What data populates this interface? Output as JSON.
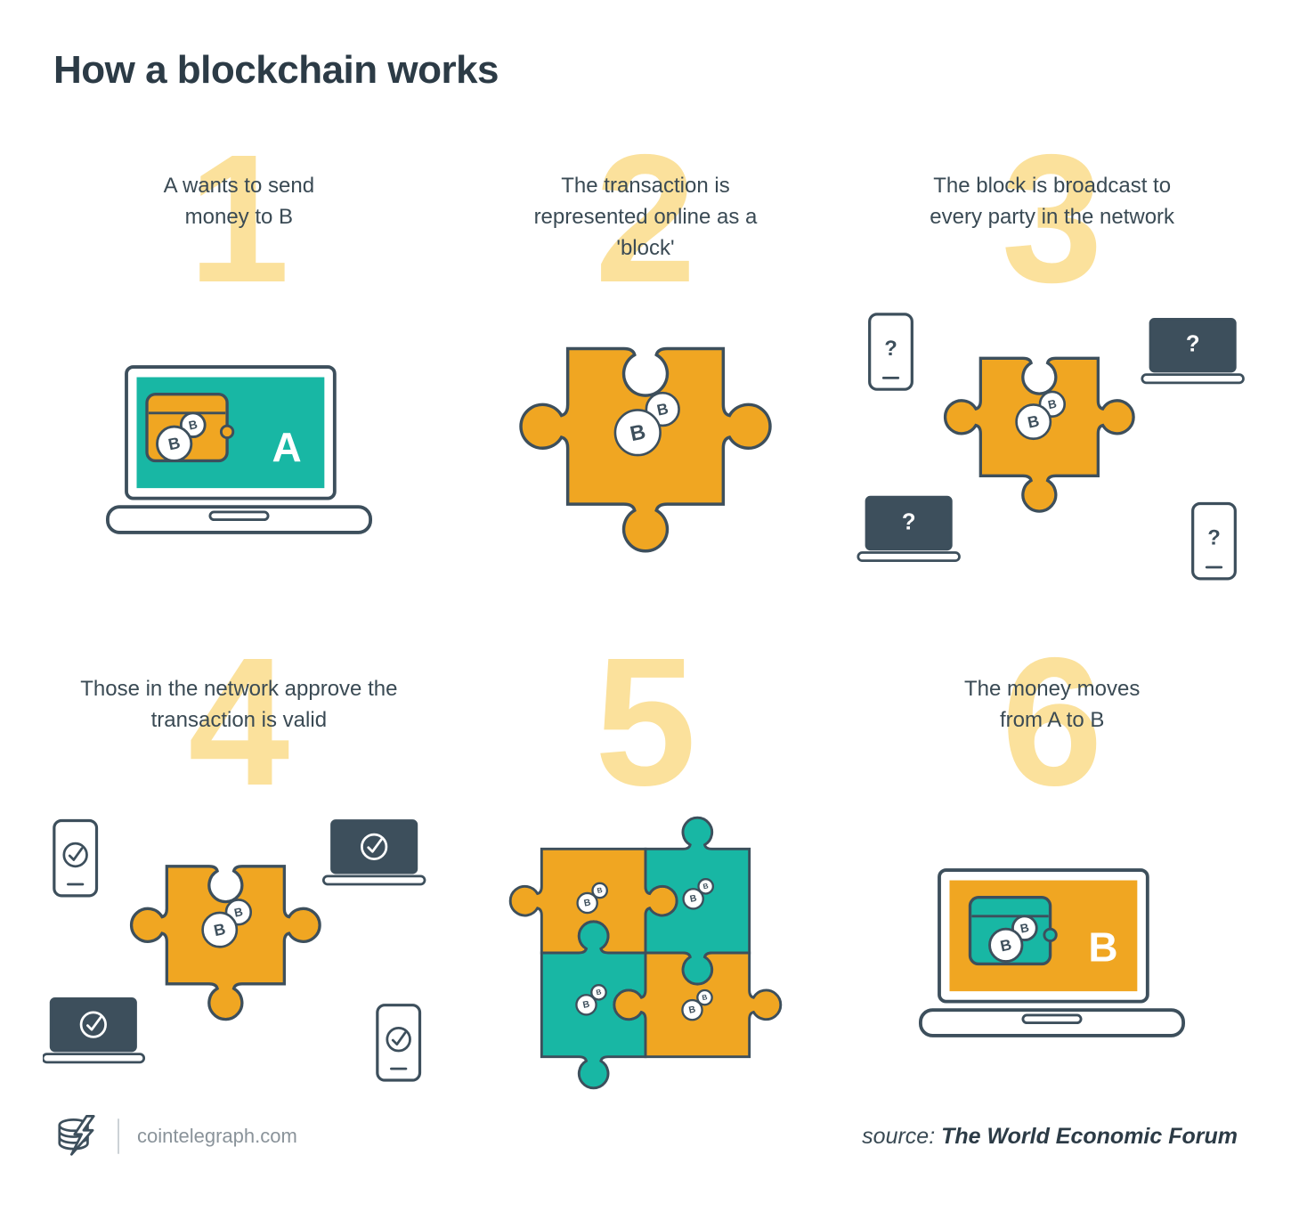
{
  "title": "How a blockchain works",
  "steps": [
    {
      "number": "1",
      "caption": "A wants to send money to B"
    },
    {
      "number": "2",
      "caption": "The transaction is represented online as a 'block'"
    },
    {
      "number": "3",
      "caption": "The block is broadcast to every party in the network"
    },
    {
      "number": "4",
      "caption": "Those in the network approve the transaction is valid"
    },
    {
      "number": "5",
      "caption": ""
    },
    {
      "number": "6",
      "caption": "The money moves from A to B"
    }
  ],
  "glyphs": {
    "coin_letter": "B",
    "wallet_a": "A",
    "wallet_b": "B",
    "question_mark": "?"
  },
  "footer": {
    "site": "cointelegraph.com",
    "source_prefix": "source:",
    "source_name": "The World Economic Forum"
  },
  "colors": {
    "accent_yellow": "#F0A622",
    "teal": "#18B7A4",
    "pale_number": "#FBE19C",
    "ink": "#3D4F5C"
  }
}
